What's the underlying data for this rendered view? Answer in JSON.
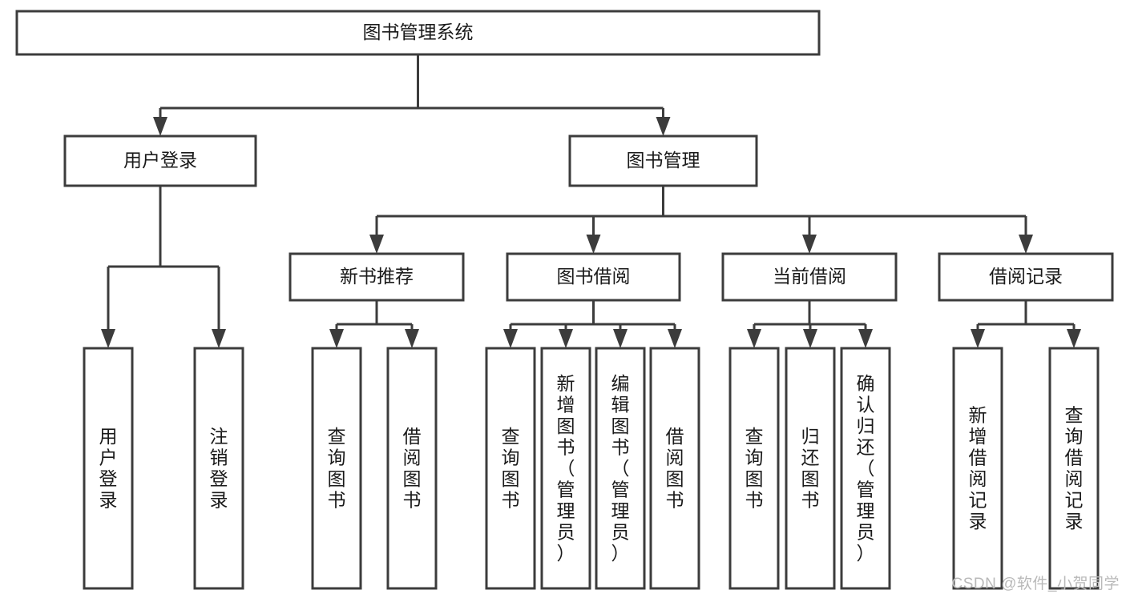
{
  "diagram": {
    "type": "tree",
    "title": "图书管理系统",
    "orientation": "top-down",
    "colors": {
      "box_stroke": "#3c3c3c",
      "box_fill": "#ffffff",
      "connector": "#3c3c3c",
      "text": "#1a1a1a",
      "watermark": "#b9b9b9",
      "background": "#ffffff"
    },
    "nodes": {
      "root": {
        "id": "root",
        "label": "图书管理系统",
        "level": 0,
        "orientation": "horizontal"
      },
      "l1": [
        {
          "id": "user-login",
          "label": "用户登录",
          "level": 1,
          "orientation": "horizontal"
        },
        {
          "id": "book-manage",
          "label": "图书管理",
          "level": 1,
          "orientation": "horizontal"
        }
      ],
      "l2": [
        {
          "id": "new-book-rec",
          "label": "新书推荐",
          "level": 2,
          "orientation": "horizontal",
          "parent": "book-manage"
        },
        {
          "id": "book-borrow",
          "label": "图书借阅",
          "level": 2,
          "orientation": "horizontal",
          "parent": "book-manage"
        },
        {
          "id": "current-borrow",
          "label": "当前借阅",
          "level": 2,
          "orientation": "horizontal",
          "parent": "book-manage"
        },
        {
          "id": "borrow-record",
          "label": "借阅记录",
          "level": 2,
          "orientation": "horizontal",
          "parent": "book-manage"
        }
      ],
      "leaves": [
        {
          "id": "leaf-user-login",
          "label": "用户登录",
          "parent": "user-login",
          "orientation": "vertical"
        },
        {
          "id": "leaf-logout-login",
          "label": "注销登录",
          "parent": "user-login",
          "orientation": "vertical"
        },
        {
          "id": "leaf-query-book-1",
          "label": "查询图书",
          "parent": "new-book-rec",
          "orientation": "vertical"
        },
        {
          "id": "leaf-borrow-book-1",
          "label": "借阅图书",
          "parent": "new-book-rec",
          "orientation": "vertical"
        },
        {
          "id": "leaf-query-book-2",
          "label": "查询图书",
          "parent": "book-borrow",
          "orientation": "vertical"
        },
        {
          "id": "leaf-add-book",
          "label": "新增图书（管理员）",
          "parent": "book-borrow",
          "orientation": "vertical"
        },
        {
          "id": "leaf-edit-book",
          "label": "编辑图书（管理员）",
          "parent": "book-borrow",
          "orientation": "vertical"
        },
        {
          "id": "leaf-borrow-book-2",
          "label": "借阅图书",
          "parent": "book-borrow",
          "orientation": "vertical"
        },
        {
          "id": "leaf-query-book-3",
          "label": "查询图书",
          "parent": "current-borrow",
          "orientation": "vertical"
        },
        {
          "id": "leaf-return-book",
          "label": "归还图书",
          "parent": "current-borrow",
          "orientation": "vertical"
        },
        {
          "id": "leaf-confirm-return",
          "label": "确认归还（管理员）",
          "parent": "current-borrow",
          "orientation": "vertical"
        },
        {
          "id": "leaf-add-record",
          "label": "新增借阅记录",
          "parent": "borrow-record",
          "orientation": "vertical"
        },
        {
          "id": "leaf-query-record",
          "label": "查询借阅记录",
          "parent": "borrow-record",
          "orientation": "vertical"
        }
      ]
    }
  },
  "watermark": {
    "text": "CSDN @软件_小贺同学"
  }
}
